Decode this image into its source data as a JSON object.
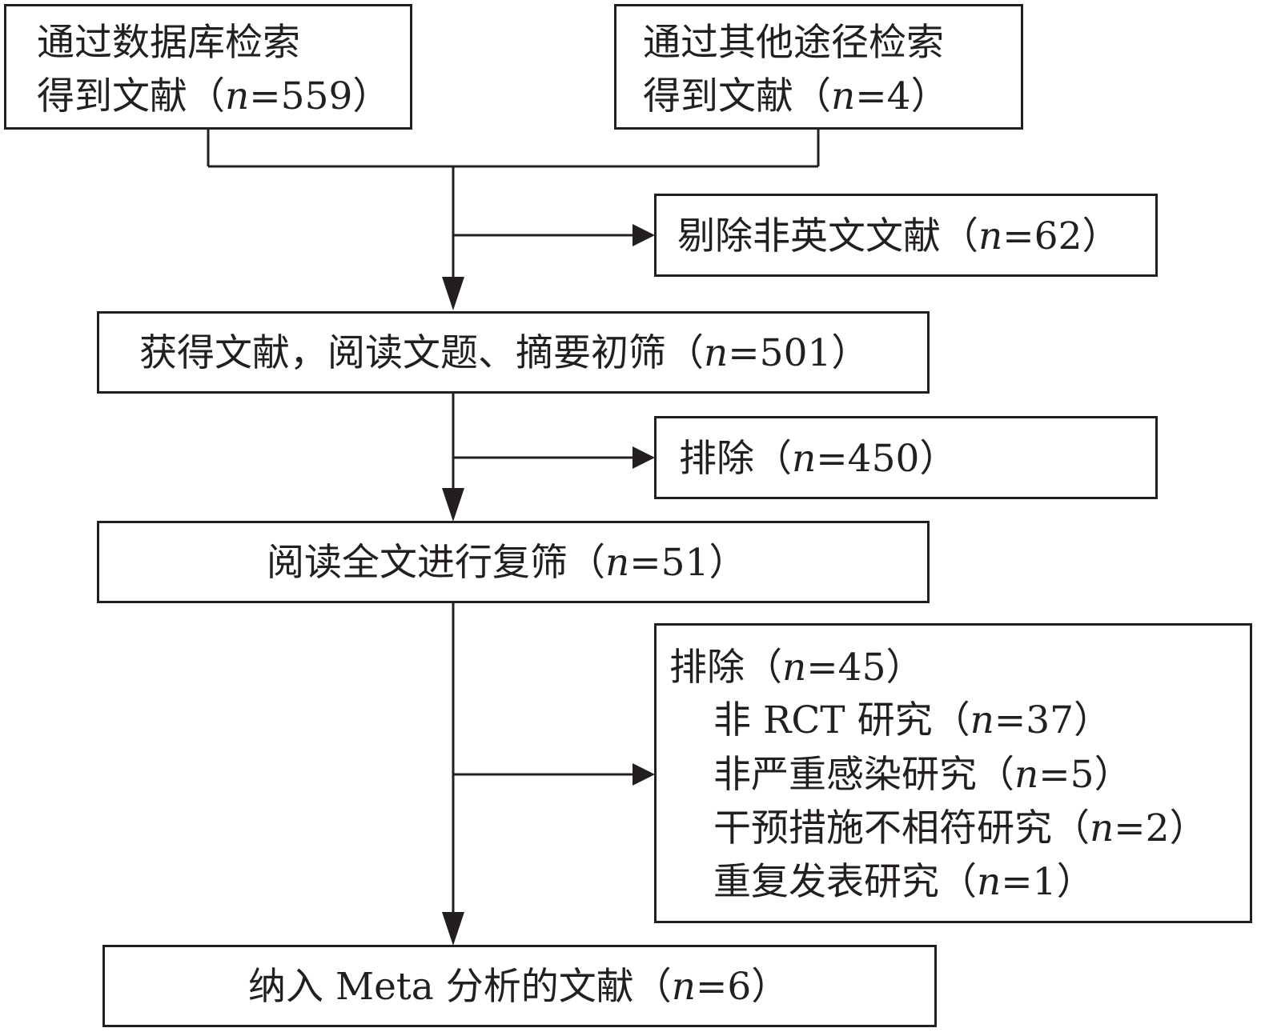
{
  "n_symbol": "n",
  "boxes": {
    "database": {
      "line1": "通过数据库检索",
      "line2_prefix": "得到文献（",
      "line2_suffix": "=559）"
    },
    "other": {
      "line1": "通过其他途径检索",
      "line2_prefix": "得到文献（",
      "line2_suffix": "=4）"
    },
    "exclude_language": {
      "prefix": "剔除非英文文献（",
      "suffix": "=62）"
    },
    "initial_screen": {
      "prefix": "获得文献，阅读文题、摘要初筛（",
      "suffix": "=501）"
    },
    "exclude_450": {
      "prefix": "排除（",
      "suffix": "=450）"
    },
    "fulltext_screen": {
      "prefix": "阅读全文进行复筛（",
      "suffix": "=51）"
    },
    "exclude_45": {
      "heading_prefix": "排除（",
      "heading_suffix": "=45）",
      "reasons": [
        {
          "prefix": "非 RCT 研究（",
          "suffix": "=37）"
        },
        {
          "prefix": "非严重感染研究（",
          "suffix": "=5）"
        },
        {
          "prefix": "干预措施不相符研究（",
          "suffix": "=2）"
        },
        {
          "prefix": "重复发表研究（",
          "suffix": "=1）"
        }
      ]
    },
    "included": {
      "prefix": "纳入 Meta 分析的文献（",
      "suffix": "=6）"
    }
  }
}
